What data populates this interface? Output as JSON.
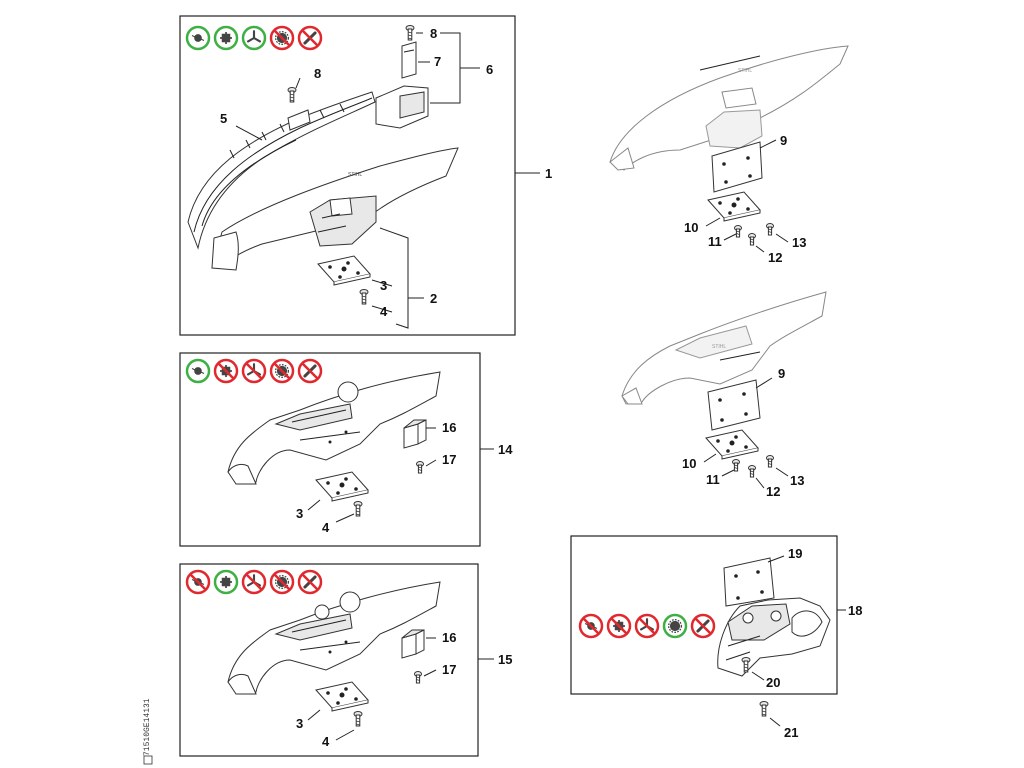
{
  "diagram": {
    "side_code": "71510GE14131",
    "colors": {
      "allowed": "#3cb043",
      "forbidden": "#e0282e",
      "line": "#222222"
    }
  },
  "icon_rows": [
    {
      "id": "row-1",
      "states": [
        "allowed",
        "allowed",
        "allowed",
        "forbidden",
        "forbidden"
      ]
    },
    {
      "id": "row-14",
      "states": [
        "allowed",
        "forbidden",
        "forbidden",
        "forbidden",
        "forbidden"
      ]
    },
    {
      "id": "row-15",
      "states": [
        "forbidden",
        "allowed",
        "forbidden",
        "forbidden",
        "forbidden"
      ]
    },
    {
      "id": "row-18",
      "states": [
        "forbidden",
        "forbidden",
        "forbidden",
        "allowed",
        "forbidden"
      ]
    }
  ],
  "tool_icons": [
    "mowing-head-icon",
    "metal-blade-icon",
    "three-tooth-blade-icon",
    "circular-saw-blade-icon",
    "chisel-tooth-blade-icon"
  ],
  "callouts": {
    "c1": "1",
    "c2": "2",
    "c3a": "3",
    "c4a": "4",
    "c5": "5",
    "c6": "6",
    "c7": "7",
    "c8a": "8",
    "c8b": "8",
    "c9a": "9",
    "c10a": "10",
    "c11a": "11",
    "c12a": "12",
    "c13a": "13",
    "c9b": "9",
    "c10b": "10",
    "c11b": "11",
    "c12b": "12",
    "c13b": "13",
    "c14": "14",
    "c16a": "16",
    "c17a": "17",
    "c3b": "3",
    "c4b": "4",
    "c15": "15",
    "c16b": "16",
    "c17b": "17",
    "c3c": "3",
    "c4c": "4",
    "c18": "18",
    "c19": "19",
    "c20": "20",
    "c21": "21"
  }
}
